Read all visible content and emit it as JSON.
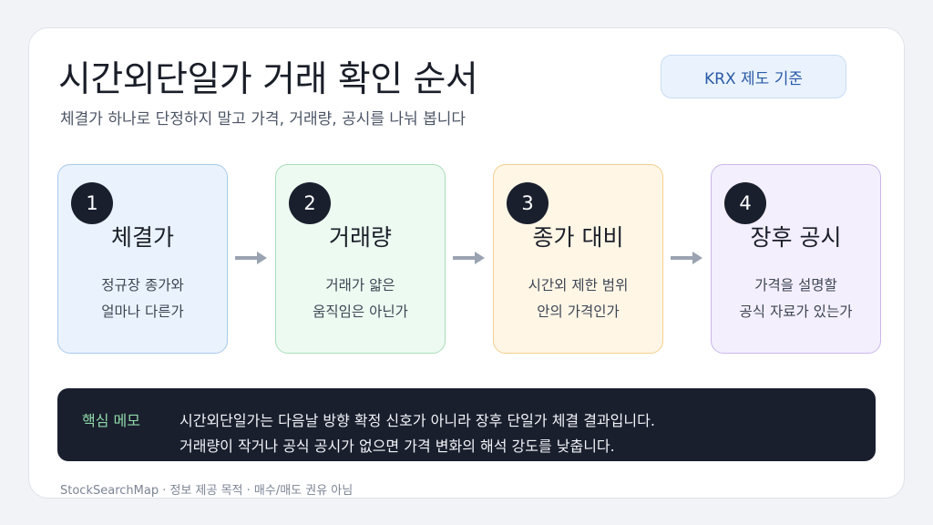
{
  "header": {
    "title": "시간외단일가 거래 확인 순서",
    "subtitle": "체결가 하나로 단정하지 말고 가격, 거래량, 공시를 나눠 봅니다",
    "badge": "KRX 제도 기준"
  },
  "steps": [
    {
      "num": "1",
      "title": "체결가",
      "desc": [
        "정규장 종가와",
        "얼마나 다른가"
      ],
      "bg": "#eaf3fd",
      "border": "#a9c9ec"
    },
    {
      "num": "2",
      "title": "거래량",
      "desc": [
        "거래가 얇은",
        "움직임은 아닌가"
      ],
      "bg": "#edfaf1",
      "border": "#a9dcb8"
    },
    {
      "num": "3",
      "title": "종가 대비",
      "desc": [
        "시간외 제한 범위",
        "안의 가격인가"
      ],
      "bg": "#fff6e6",
      "border": "#f3cf8e"
    },
    {
      "num": "4",
      "title": "장후 공시",
      "desc": [
        "가격을 설명할",
        "공식 자료가 있는가"
      ],
      "bg": "#f4effd",
      "border": "#c9b8ea"
    }
  ],
  "memo": {
    "label": "핵심 메모",
    "lines": [
      "시간외단일가는 다음날 방향 확정 신호가 아니라 장후 단일가 체결 결과입니다.",
      "거래량이 작거나 공식 공시가 없으면 가격 변화의 해석 강도를 낮춥니다."
    ]
  },
  "footer": "StockSearchMap · 정보 제공 목적 · 매수/매도 권유 아님",
  "colors": {
    "arrow": "#9aa3b1",
    "memo_bg": "#1a1f2e",
    "memo_label": "#8fd9a8"
  }
}
